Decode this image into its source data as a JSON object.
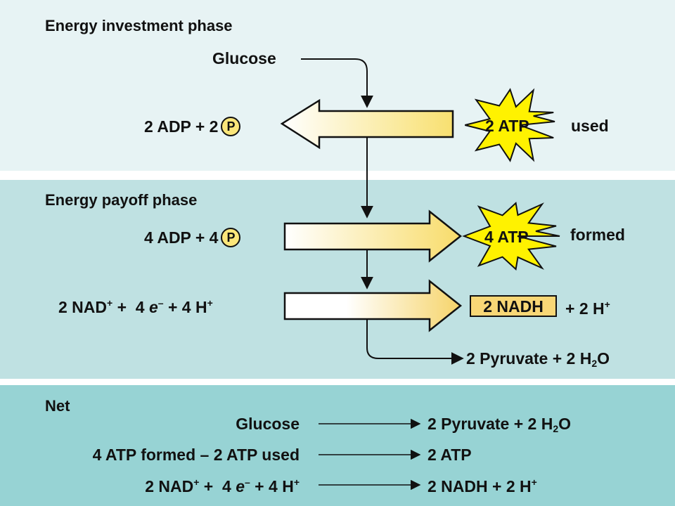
{
  "investment": {
    "header": "Energy investment phase",
    "glucose": "Glucose",
    "adp_left": "2 ADP + 2",
    "p_symbol": "P",
    "atp_burst": "2 ATP",
    "atp_status": "used"
  },
  "payoff": {
    "header": "Energy payoff phase",
    "adp_left": "4 ADP + 4",
    "p_symbol": "P",
    "atp_burst": "4 ATP",
    "atp_status": "formed",
    "nad_a": "2 NAD",
    "nad_sup": "+",
    "nad_b": " +  4 ",
    "e_italic": "e",
    "e_sup": "–",
    "nad_c": " + 4 H",
    "h_sup": "+",
    "nadh_box": "2 NADH",
    "nadh_rest": "+ 2 H",
    "nadh_sup": "+",
    "pyruvate_a": "2 Pyruvate + 2 H",
    "pyruvate_sub": "2",
    "pyruvate_b": "O"
  },
  "net": {
    "header": "Net",
    "row1_left": "Glucose",
    "row1_right_a": "2 Pyruvate + 2 H",
    "row1_right_sub": "2",
    "row1_right_b": "O",
    "row2_left": "4 ATP formed – 2 ATP used",
    "row2_right": "2 ATP",
    "row3_left_a": "2 NAD",
    "row3_left_sup": "+",
    "row3_left_b": " +  4 ",
    "row3_left_e": "e",
    "row3_left_esup": "–",
    "row3_left_c": " + 4 H",
    "row3_left_hsup": "+",
    "row3_right_a": "2 NADH + 2 H",
    "row3_right_sup": "+"
  },
  "colors": {
    "panel_investment": "#e7f3f4",
    "panel_payoff": "#bfe1e2",
    "panel_net": "#97d3d4",
    "arrow_yellow": "#f8e070",
    "burst_yellow": "#fff200",
    "nadh_box": "#f8d776"
  }
}
